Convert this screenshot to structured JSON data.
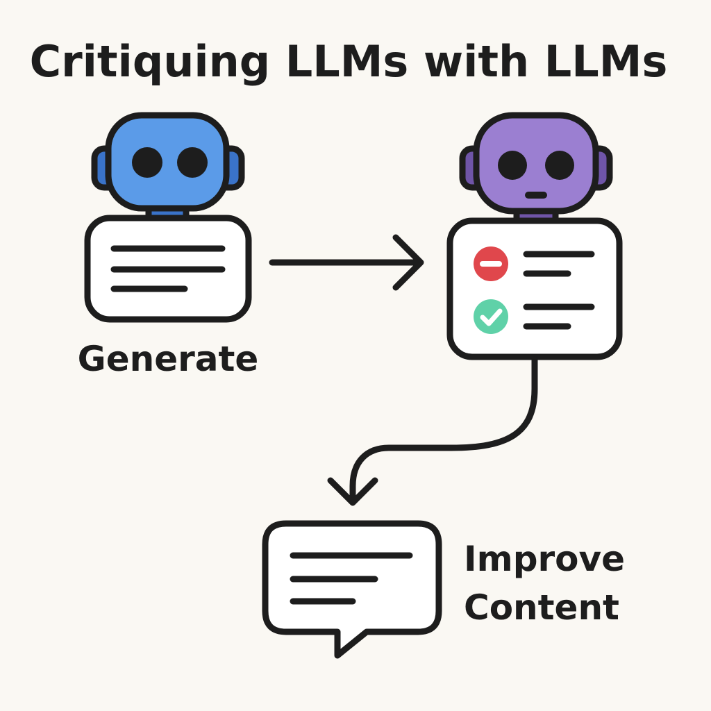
{
  "title": "Critiquing LLMs with LLMs",
  "labels": {
    "generate": "Generate",
    "improve_line1": "Improve",
    "improve_line2": "Content"
  },
  "icons": {
    "generator_robot": "robot-icon",
    "critic_robot": "robot-icon",
    "draft_document": "document-icon",
    "critique_checklist": "checklist-icon",
    "reject_mark": "minus-circle-icon",
    "approve_mark": "check-circle-icon",
    "improved_output": "speech-bubble-icon"
  },
  "colors": {
    "background": "#faf8f3",
    "outline": "#1d1d1d",
    "generator_robot": "#5b9be8",
    "generator_robot_dark": "#3a73c9",
    "critic_robot": "#9b7fd1",
    "critic_robot_dark": "#6f55a8",
    "reject": "#e0474c",
    "approve": "#5fd1a8"
  }
}
